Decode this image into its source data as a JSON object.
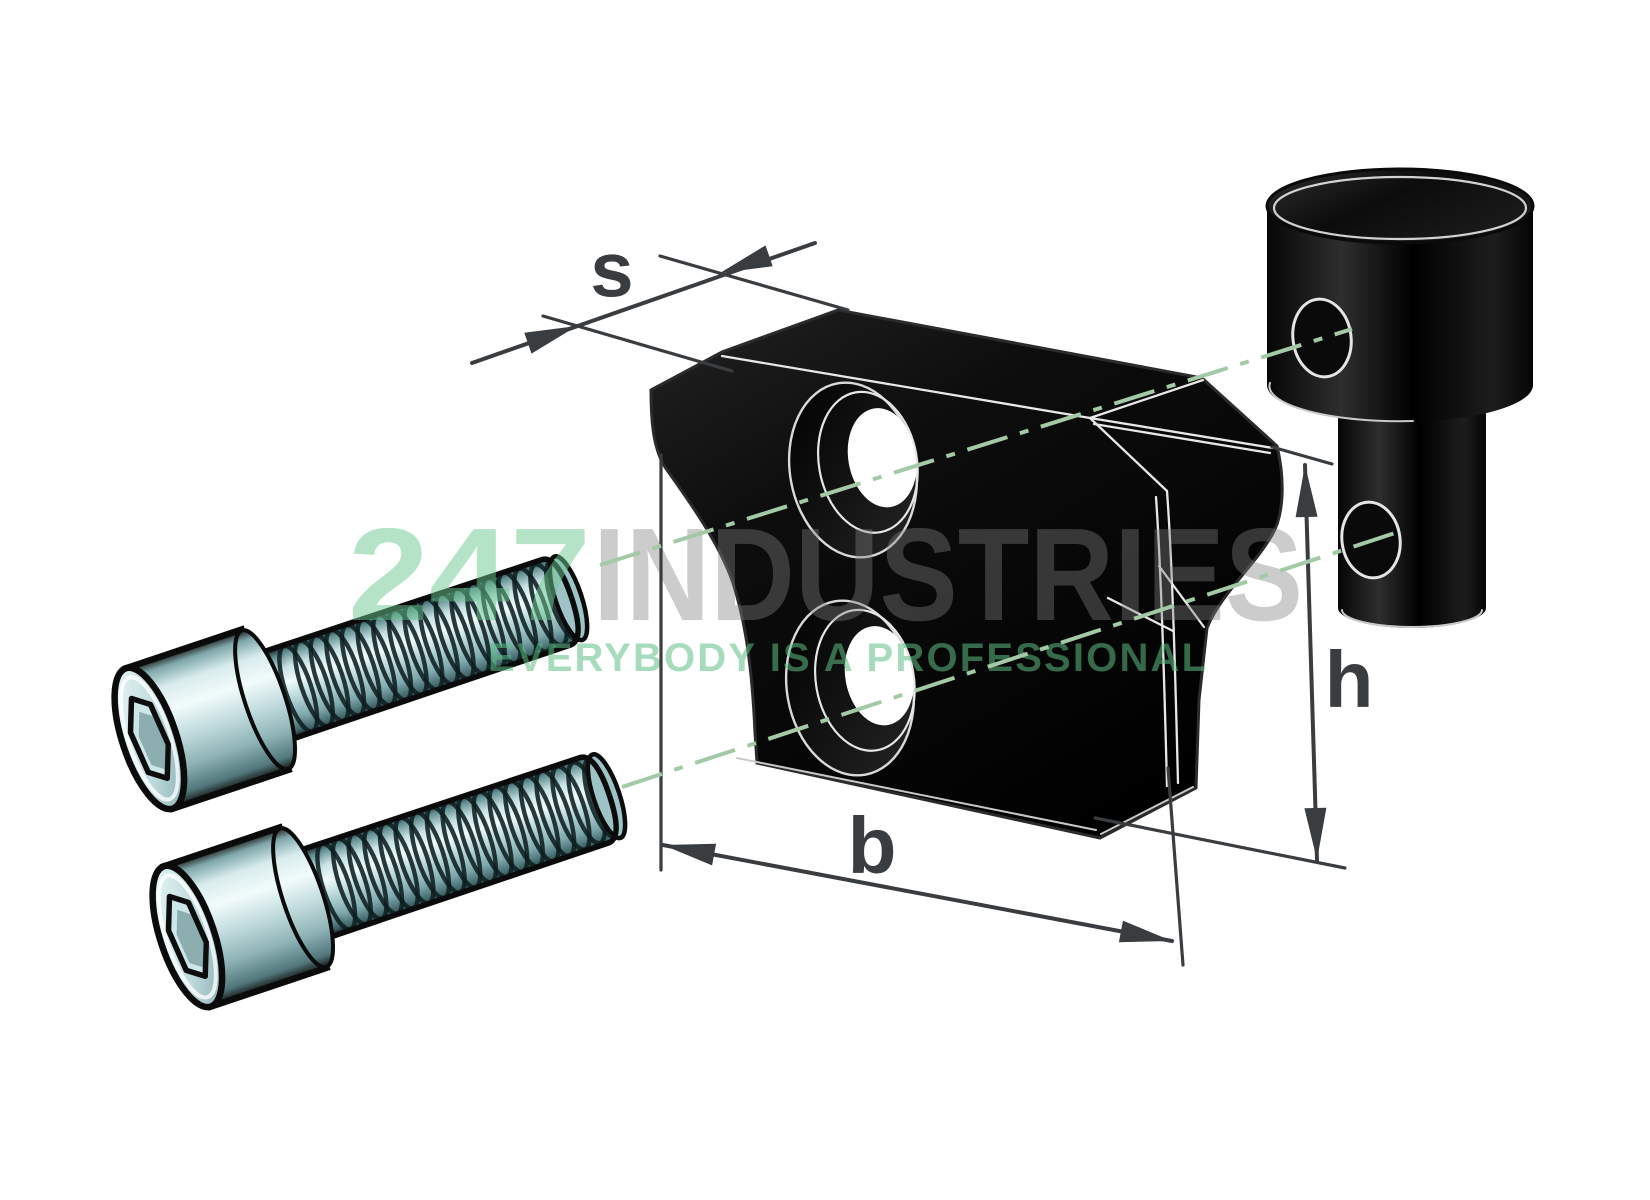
{
  "illustration": {
    "kind": "technical-product-illustration",
    "background": "#ffffff",
    "parts": [
      {
        "name": "socket-head-cap-screw-upper"
      },
      {
        "name": "socket-head-cap-screw-lower"
      },
      {
        "name": "black-flanged-block-with-two-bores"
      },
      {
        "name": "black-stepped-cylinder-with-cross-holes"
      }
    ]
  },
  "dimensions": {
    "thickness_label": "s",
    "base_width_label": "b",
    "height_label": "h",
    "line_color": "#3a3d40"
  },
  "centerlines": {
    "color": "#a3c9a6",
    "style": "dash-dot",
    "count": 2
  },
  "watermark": {
    "brand_number": "247",
    "brand_name": "INDUSTRIES",
    "tagline": "EVERYBODY IS A PROFESSIONAL",
    "number_color": "#6bc78f",
    "name_color": "#808080",
    "tagline_color": "#5cbd85"
  },
  "colors": {
    "part_black": "#0a0a0a",
    "steel_light": "#eef8f8",
    "steel_mid": "#b7d6d8",
    "steel_dark": "#52787c",
    "edge_highlight": "#e8e8e8"
  }
}
